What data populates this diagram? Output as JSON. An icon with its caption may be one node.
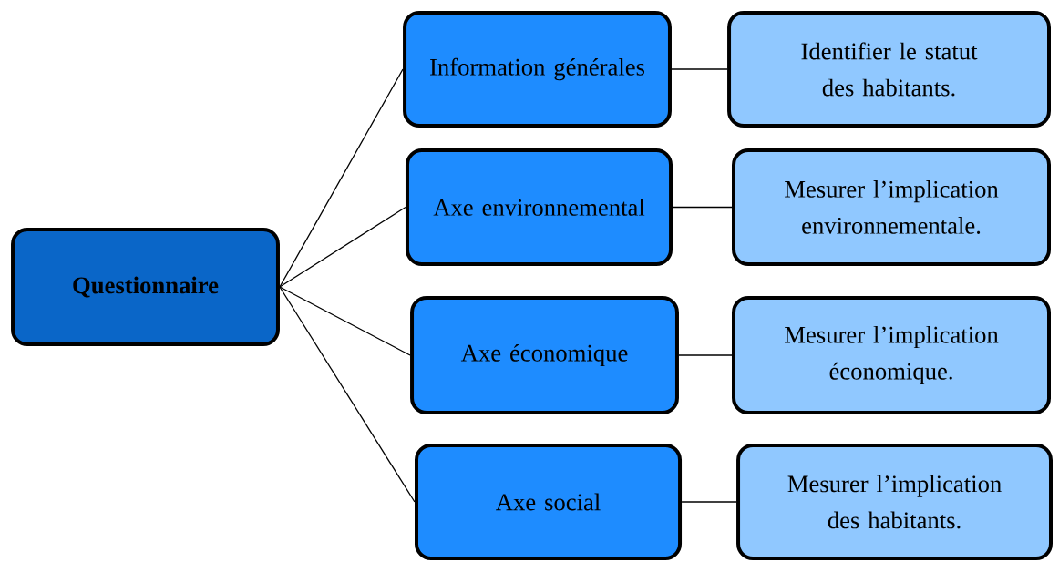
{
  "diagram": {
    "nodes": [
      {
        "text": [
          "**Questionnaire**"
        ]
      },
      {
        "text": [
          "Information générales"
        ]
      },
      {
        "text": [
          "Axe environnemental"
        ]
      },
      {
        "text": [
          "Axe économique"
        ]
      },
      {
        "text": [
          "Axe social"
        ]
      },
      {
        "text": [
          "Identifier le statut des habitants."
        ]
      },
      {
        "text": [
          "Mesurer l’implication environnementale."
        ]
      },
      {
        "text": [
          "Mesurer l’implication économique."
        ]
      },
      {
        "text": [
          "Mesurer l’implication des habitants."
        ]
      }
    ],
    "edges": [
      {
        "from": 0,
        "to": 1,
        "arrow": "none"
      },
      {
        "from": 0,
        "to": 2,
        "arrow": "none"
      },
      {
        "from": 0,
        "to": 3,
        "arrow": "none"
      },
      {
        "from": 0,
        "to": 4,
        "arrow": "none"
      },
      {
        "from": 1,
        "to": 5,
        "arrow": "none"
      },
      {
        "from": 2,
        "to": 6,
        "arrow": "none"
      },
      {
        "from": 3,
        "to": 7,
        "arrow": "none"
      },
      {
        "from": 4,
        "to": 8,
        "arrow": "none"
      }
    ]
  }
}
